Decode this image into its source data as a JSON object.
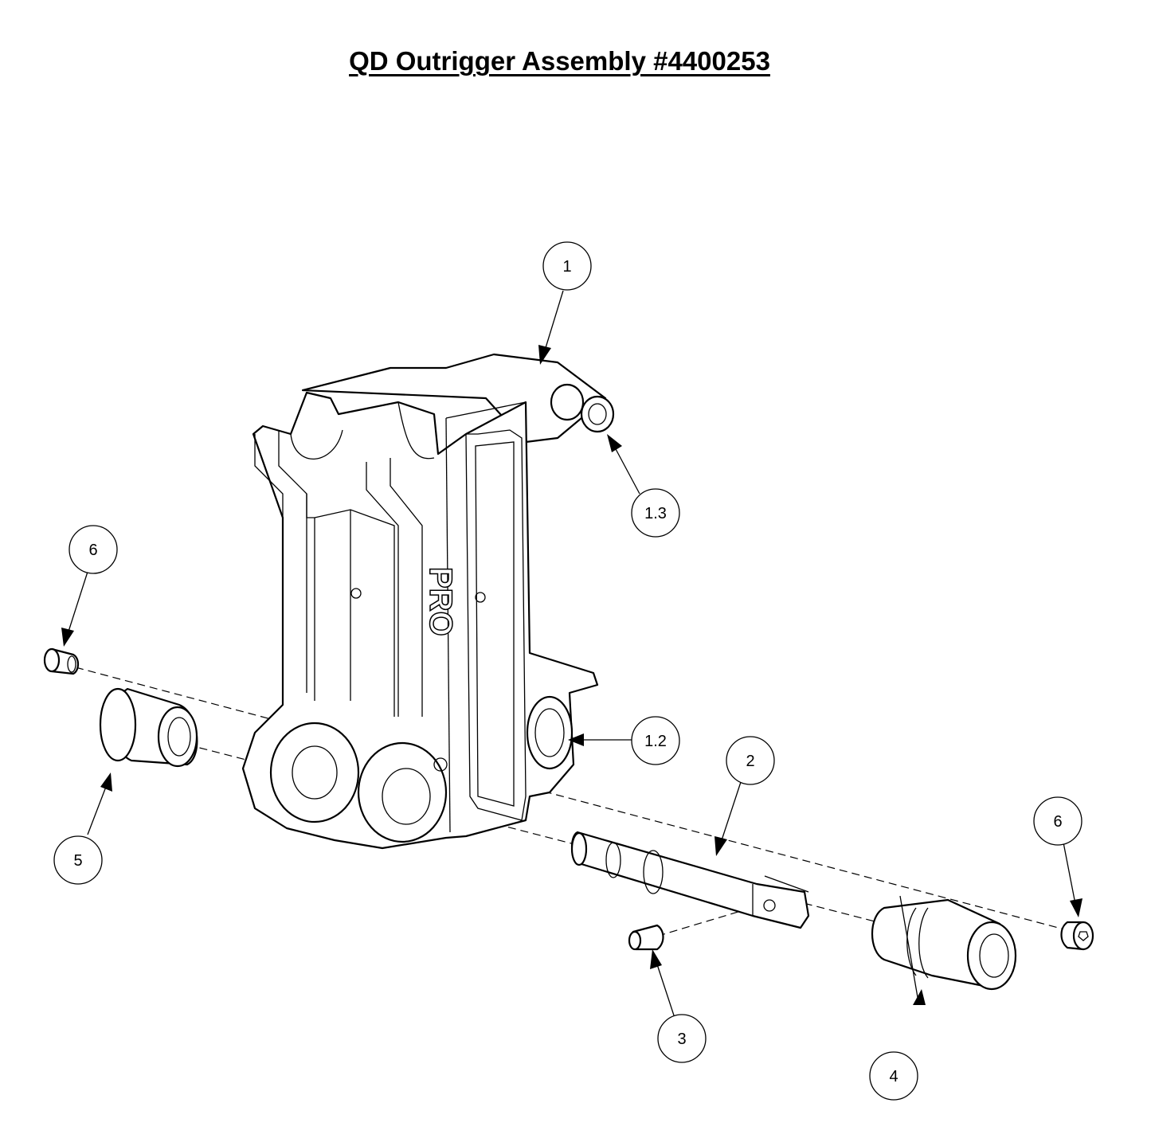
{
  "title": "QD Outrigger Assembly #4400253",
  "emboss_text": "PRO",
  "balloons": [
    {
      "id": "b1",
      "label": "1"
    },
    {
      "id": "b13",
      "label": "1.3"
    },
    {
      "id": "b12",
      "label": "1.2"
    },
    {
      "id": "b2",
      "label": "2"
    },
    {
      "id": "b3",
      "label": "3"
    },
    {
      "id": "b4",
      "label": "4"
    },
    {
      "id": "b5",
      "label": "5"
    },
    {
      "id": "b6l",
      "label": "6"
    },
    {
      "id": "b6r",
      "label": "6"
    }
  ]
}
